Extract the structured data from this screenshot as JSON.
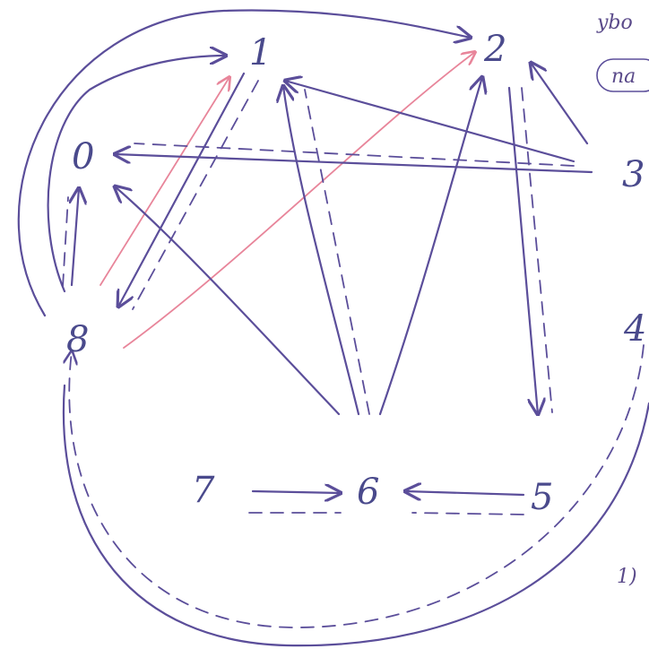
{
  "nodes": [
    {
      "id": "0",
      "label": "0"
    },
    {
      "id": "1",
      "label": "1"
    },
    {
      "id": "2",
      "label": "2"
    },
    {
      "id": "3",
      "label": "3"
    },
    {
      "id": "4",
      "label": "4"
    },
    {
      "id": "5",
      "label": "5"
    },
    {
      "id": "6",
      "label": "6"
    },
    {
      "id": "7",
      "label": "7"
    },
    {
      "id": "8",
      "label": "8"
    }
  ],
  "edges": [
    {
      "from": "8",
      "to": "1",
      "style": "solid"
    },
    {
      "from": "8",
      "to": "2",
      "style": "solid"
    },
    {
      "from": "1",
      "to": "8",
      "style": "solid"
    },
    {
      "from": "8",
      "to": "1",
      "style": "pink"
    },
    {
      "from": "8",
      "to": "2",
      "style": "pink"
    },
    {
      "from": "3",
      "to": "1",
      "style": "solid"
    },
    {
      "from": "3",
      "to": "0",
      "style": "solid"
    },
    {
      "from": "3",
      "to": "2",
      "style": "solid"
    },
    {
      "from": "6",
      "to": "1",
      "style": "solid"
    },
    {
      "from": "6",
      "to": "2",
      "style": "solid"
    },
    {
      "from": "6",
      "to": "0",
      "style": "solid"
    },
    {
      "from": "2",
      "to": "5",
      "style": "solid"
    },
    {
      "from": "7",
      "to": "6",
      "style": "solid"
    },
    {
      "from": "5",
      "to": "6",
      "style": "solid"
    },
    {
      "from": "8",
      "to": "0",
      "style": "solid"
    },
    {
      "from": "4",
      "to": "8",
      "style": "dashed"
    }
  ],
  "corner": {
    "top_text": "ybo",
    "boxed_text": "na",
    "bottom_text": "1)"
  },
  "colors": {
    "ink": "#5b4e9a",
    "pink": "#e8859a",
    "label": "#4a4a8c"
  }
}
